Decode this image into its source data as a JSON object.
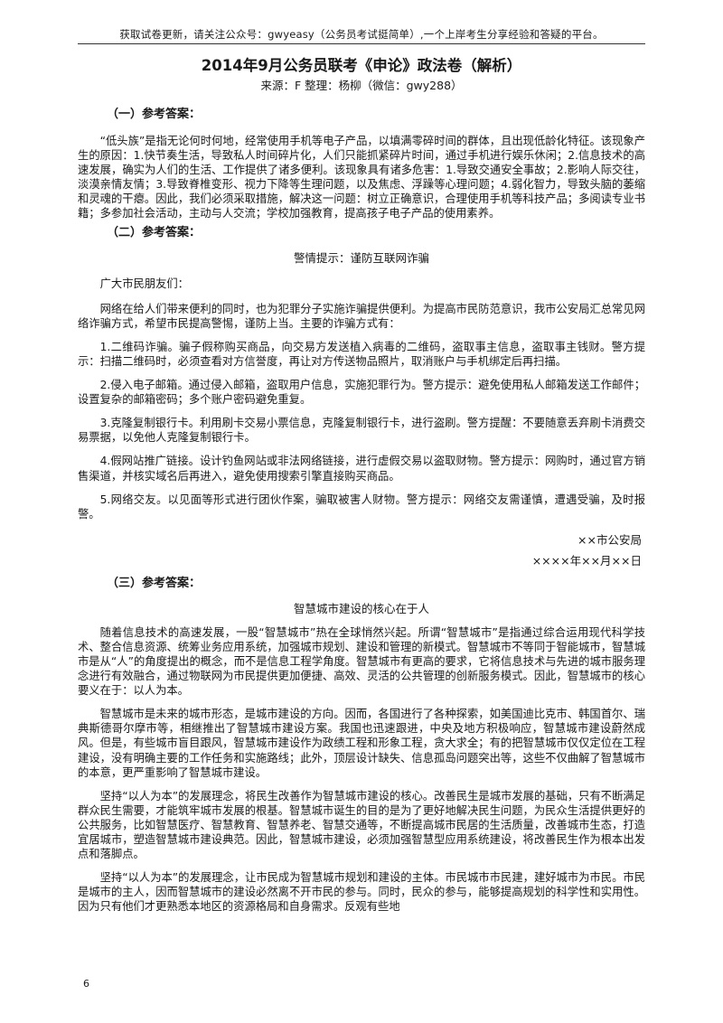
{
  "header": {
    "note": "获取试卷更新，请关注公众号：gwyeasy（公务员考试挺简单）,一个上岸考生分享经验和答疑的平台。"
  },
  "document": {
    "title": "2014年9月公务员联考《申论》政法卷（解析）",
    "source_line": "来源：F    整理：杨柳（微信：gwy288）"
  },
  "sections": [
    {
      "heading": "（一）参考答案：",
      "paragraphs": [
        "“低头族”是指无论何时何地，经常使用手机等电子产品，以填满零碎时间的群体，且出现低龄化特征。该现象产生的原因：1.快节奏生活，导致私人时间碎片化，人们只能抓紧碎片时间，通过手机进行娱乐休闲；2.信息技术的高速发展，确实为人们的生活、工作提供了诸多便利。该现象具有诸多危害：1.导致交通安全事故；2.影响人际交往，淡漠亲情友情；3.导致脊椎变形、视力下降等生理问题，以及焦虑、浮躁等心理问题；4.弱化智力，导致头脑的萎缩和灵魂的干瘪。因此，我们必须采取措施，解决这一问题：树立正确意识，合理使用手机等科技产品；多阅读专业书籍；多参加社会活动，主动与人交流；学校加强教育，提高孩子电子产品的使用素养。"
      ]
    },
    {
      "heading": "（二）参考答案：",
      "title": "警情提示：谨防互联网诈骗",
      "greeting": "广大市民朋友们：",
      "paragraphs": [
        "网络在给人们带来便利的同时，也为犯罪分子实施诈骗提供便利。为提高市民防范意识，我市公安局汇总常见网络诈骗方式，希望市民提高警惕，谨防上当。主要的诈骗方式有：",
        "1.二维码诈骗。骗子假称购买商品，向交易方发送植入病毒的二维码，盗取事主信息，盗取事主钱财。警方提示：扫描二维码时，必须查看对方信誉度，再让对方传送物品照片，取消账户与手机绑定后再扫描。",
        "2.侵入电子邮箱。通过侵入邮箱，盗取用户信息，实施犯罪行为。警方提示：避免使用私人邮箱发送工作邮件；设置复杂的邮箱密码；多个账户密码避免重复。",
        "3.克隆复制银行卡。利用刷卡交易小票信息，克隆复制银行卡，进行盗刷。警方提醒：不要随意丢弃刷卡消费交易票据，以免他人克隆复制银行卡。",
        "4.假网站推广链接。设计钓鱼网站或非法网络链接，进行虚假交易以盗取财物。警方提示：网购时，通过官方销售渠道，并核实域名后再进入，避免使用搜索引擎直接购买商品。",
        "5.网络交友。以见面等形式进行团伙作案，骗取被害人财物。警方提示：网络交友需谨慎，遭遇受骗，及时报警。"
      ],
      "signature": "××市公安局",
      "date": "××××年××月××日"
    },
    {
      "heading": "（三）参考答案：",
      "title": "智慧城市建设的核心在于人",
      "paragraphs": [
        "随着信息技术的高速发展，一股“智慧城市”热在全球悄然兴起。所谓“智慧城市”是指通过综合运用现代科学技术、整合信息资源、统筹业务应用系统，加强城市规划、建设和管理的新模式。智慧城市不等同于智能城市，智慧城市是从“人”的角度提出的概念，而不是信息工程学角度。智慧城市有更高的要求，它将信息技术与先进的城市服务理念进行有效融合，通过物联网为市民提供更加便捷、高效、灵活的公共管理的创新服务模式。因此，智慧城市的核心要义在于：以人为本。",
        "智慧城市是未来的城市形态，是城市建设的方向。因而，各国进行了各种探索，如美国迪比克市、韩国首尔、瑞典斯德哥尔摩市等，相继推出了智慧城市建设方案。我国也迅速跟进，中央及地方积极响应，智慧城市建设蔚然成风。但是，有些城市盲目跟风，智慧城市建设作为政绩工程和形象工程，贪大求全；有的把智慧城市仅仅定位在工程建设，没有明确主要的工作任务和实施路线；此外，顶层设计缺失、信息孤岛问题突出等，这些不仅曲解了智慧城市的本意，更严重影响了智慧城市建设。",
        "坚持“以人为本”的发展理念，将民生改善作为智慧城市建设的核心。改善民生是城市发展的基础，只有不断满足群众民生需要，才能筑牢城市发展的根基。智慧城市诞生的目的是为了更好地解决民生问题，为民众生活提供更好的公共服务，比如智慧医疗、智慧教育、智慧养老、智慧交通等，不断提高城市民居的生活质量，改善城市生态，打造宜居城市，塑造智慧城市建设典范。因此，智慧城市建设，必须加强智慧型应用系统建设，将改善民生作为根本出发点和落脚点。",
        "坚持“以人为本”的发展理念，让市民成为智慧城市规划和建设的主体。市民城市市民建，建好城市为市民。市民是城市的主人，因而智慧城市的建设必然离不开市民的参与。同时，民众的参与，能够提高规划的科学性和实用性。因为只有他们才更熟悉本地区的资源格局和自身需求。反观有些地"
      ]
    }
  ],
  "footer": {
    "page_number": "6"
  }
}
